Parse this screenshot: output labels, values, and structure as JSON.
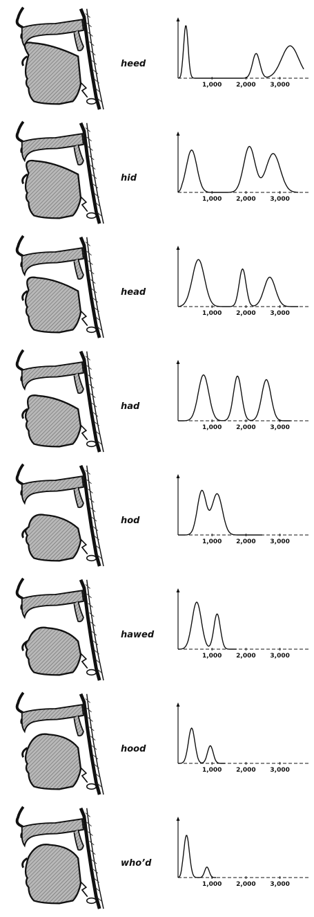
{
  "figure": {
    "tick_labels": [
      "1,000",
      "2,000",
      "3,000"
    ],
    "rows": [
      {
        "word": "heed",
        "tongue_height": 0.95,
        "tongue_front": 0.85,
        "peaks": [
          {
            "f": 230,
            "a": 0.9,
            "w": 110
          },
          {
            "f": 2300,
            "a": 0.42,
            "w": 180
          },
          {
            "f": 3300,
            "a": 0.55,
            "w": 420
          }
        ],
        "baseline_rise": [
          {
            "f": 3700,
            "a": 0.55
          }
        ],
        "max_f": 3700
      },
      {
        "word": "hid",
        "tongue_height": 0.8,
        "tongue_front": 0.75,
        "peaks": [
          {
            "f": 400,
            "a": 0.72,
            "w": 260
          },
          {
            "f": 2100,
            "a": 0.78,
            "w": 280
          },
          {
            "f": 2800,
            "a": 0.66,
            "w": 350
          }
        ],
        "max_f": 3550
      },
      {
        "word": "head",
        "tongue_height": 0.7,
        "tongue_front": 0.7,
        "peaks": [
          {
            "f": 600,
            "a": 0.8,
            "w": 300
          },
          {
            "f": 1900,
            "a": 0.64,
            "w": 170
          },
          {
            "f": 2700,
            "a": 0.5,
            "w": 280
          }
        ],
        "max_f": 3550
      },
      {
        "word": "had",
        "tongue_height": 0.55,
        "tongue_front": 0.65,
        "peaks": [
          {
            "f": 750,
            "a": 0.78,
            "w": 260
          },
          {
            "f": 1750,
            "a": 0.76,
            "w": 200
          },
          {
            "f": 2600,
            "a": 0.7,
            "w": 230
          }
        ],
        "max_f": 3250
      },
      {
        "word": "hod",
        "tongue_height": 0.35,
        "tongue_front": 0.4,
        "peaks": [
          {
            "f": 700,
            "a": 0.75,
            "w": 220
          },
          {
            "f": 1150,
            "a": 0.7,
            "w": 260
          }
        ],
        "max_f": 2400
      },
      {
        "word": "hawed",
        "tongue_height": 0.4,
        "tongue_front": 0.3,
        "peaks": [
          {
            "f": 550,
            "a": 0.8,
            "w": 230
          },
          {
            "f": 1150,
            "a": 0.6,
            "w": 160
          }
        ],
        "max_f": 1650
      },
      {
        "word": "hood",
        "tongue_height": 0.7,
        "tongue_front": 0.25,
        "peaks": [
          {
            "f": 400,
            "a": 0.6,
            "w": 160
          },
          {
            "f": 950,
            "a": 0.3,
            "w": 140
          }
        ],
        "max_f": 1300
      },
      {
        "word": "who’d",
        "tongue_height": 0.85,
        "tongue_front": 0.2,
        "peaks": [
          {
            "f": 250,
            "a": 0.72,
            "w": 140
          },
          {
            "f": 850,
            "a": 0.18,
            "w": 110
          }
        ],
        "max_f": 1050
      }
    ]
  }
}
